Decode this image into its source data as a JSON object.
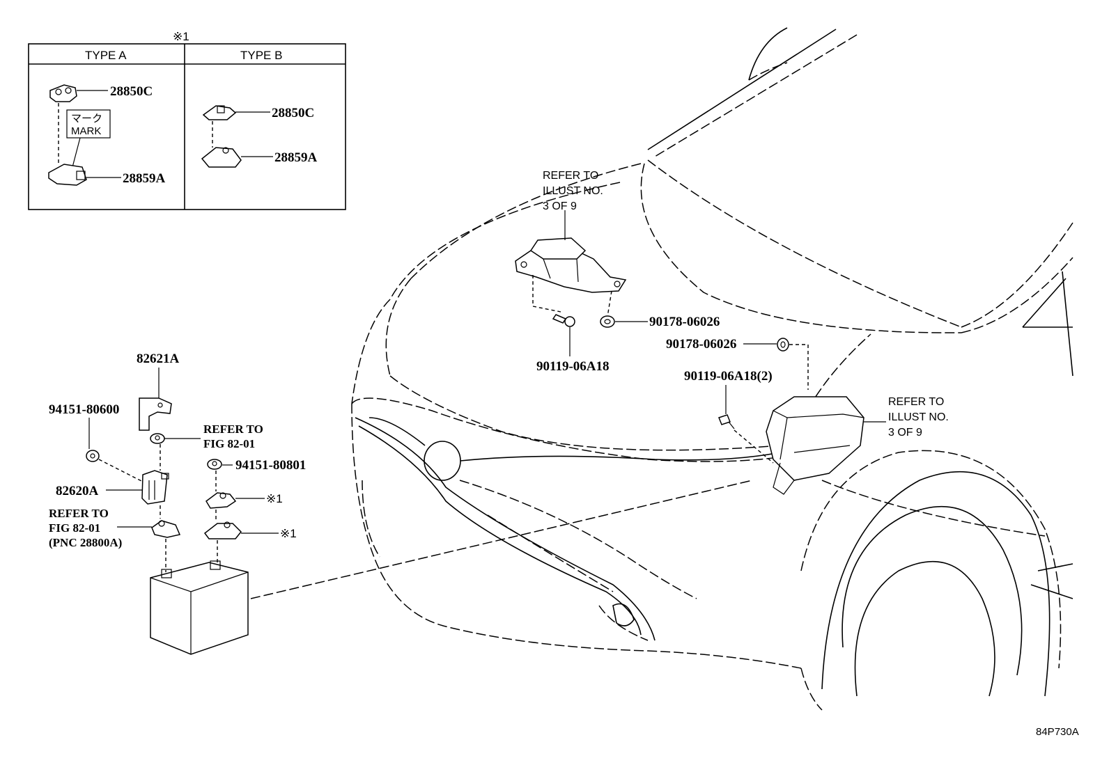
{
  "inset": {
    "note_mark": "※1",
    "type_a": "TYPE A",
    "type_b": "TYPE B",
    "mark_jp": "マーク",
    "mark_en": "MARK",
    "a_top": "28850C",
    "a_bottom": "28859A",
    "b_top": "28850C",
    "b_bottom": "28859A"
  },
  "labels": {
    "ref_top_1": "REFER TO",
    "ref_top_2": "ILLUST NO.",
    "ref_top_3": "3 OF 9",
    "ref_right_1": "REFER TO",
    "ref_right_2": "ILLUST NO.",
    "ref_right_3": "3 OF 9",
    "nut_top": "90178-06026",
    "bolt_top": "90119-06A18",
    "nut_right": "90178-06026",
    "bolt_right": "90119-06A18(2)",
    "p82621a": "82621A",
    "p94151_80600": "94151-80600",
    "ref_fig_a_1": "REFER TO",
    "ref_fig_a_2": "FIG 82-01",
    "p94151_80801": "94151-80801",
    "p82620a": "82620A",
    "mark1_upper": "※1",
    "mark1_lower": "※1",
    "ref_fig_b_1": "REFER TO",
    "ref_fig_b_2": "FIG 82-01",
    "ref_fig_b_3": "(PNC 28800A)",
    "illust_code": "84P730A"
  }
}
